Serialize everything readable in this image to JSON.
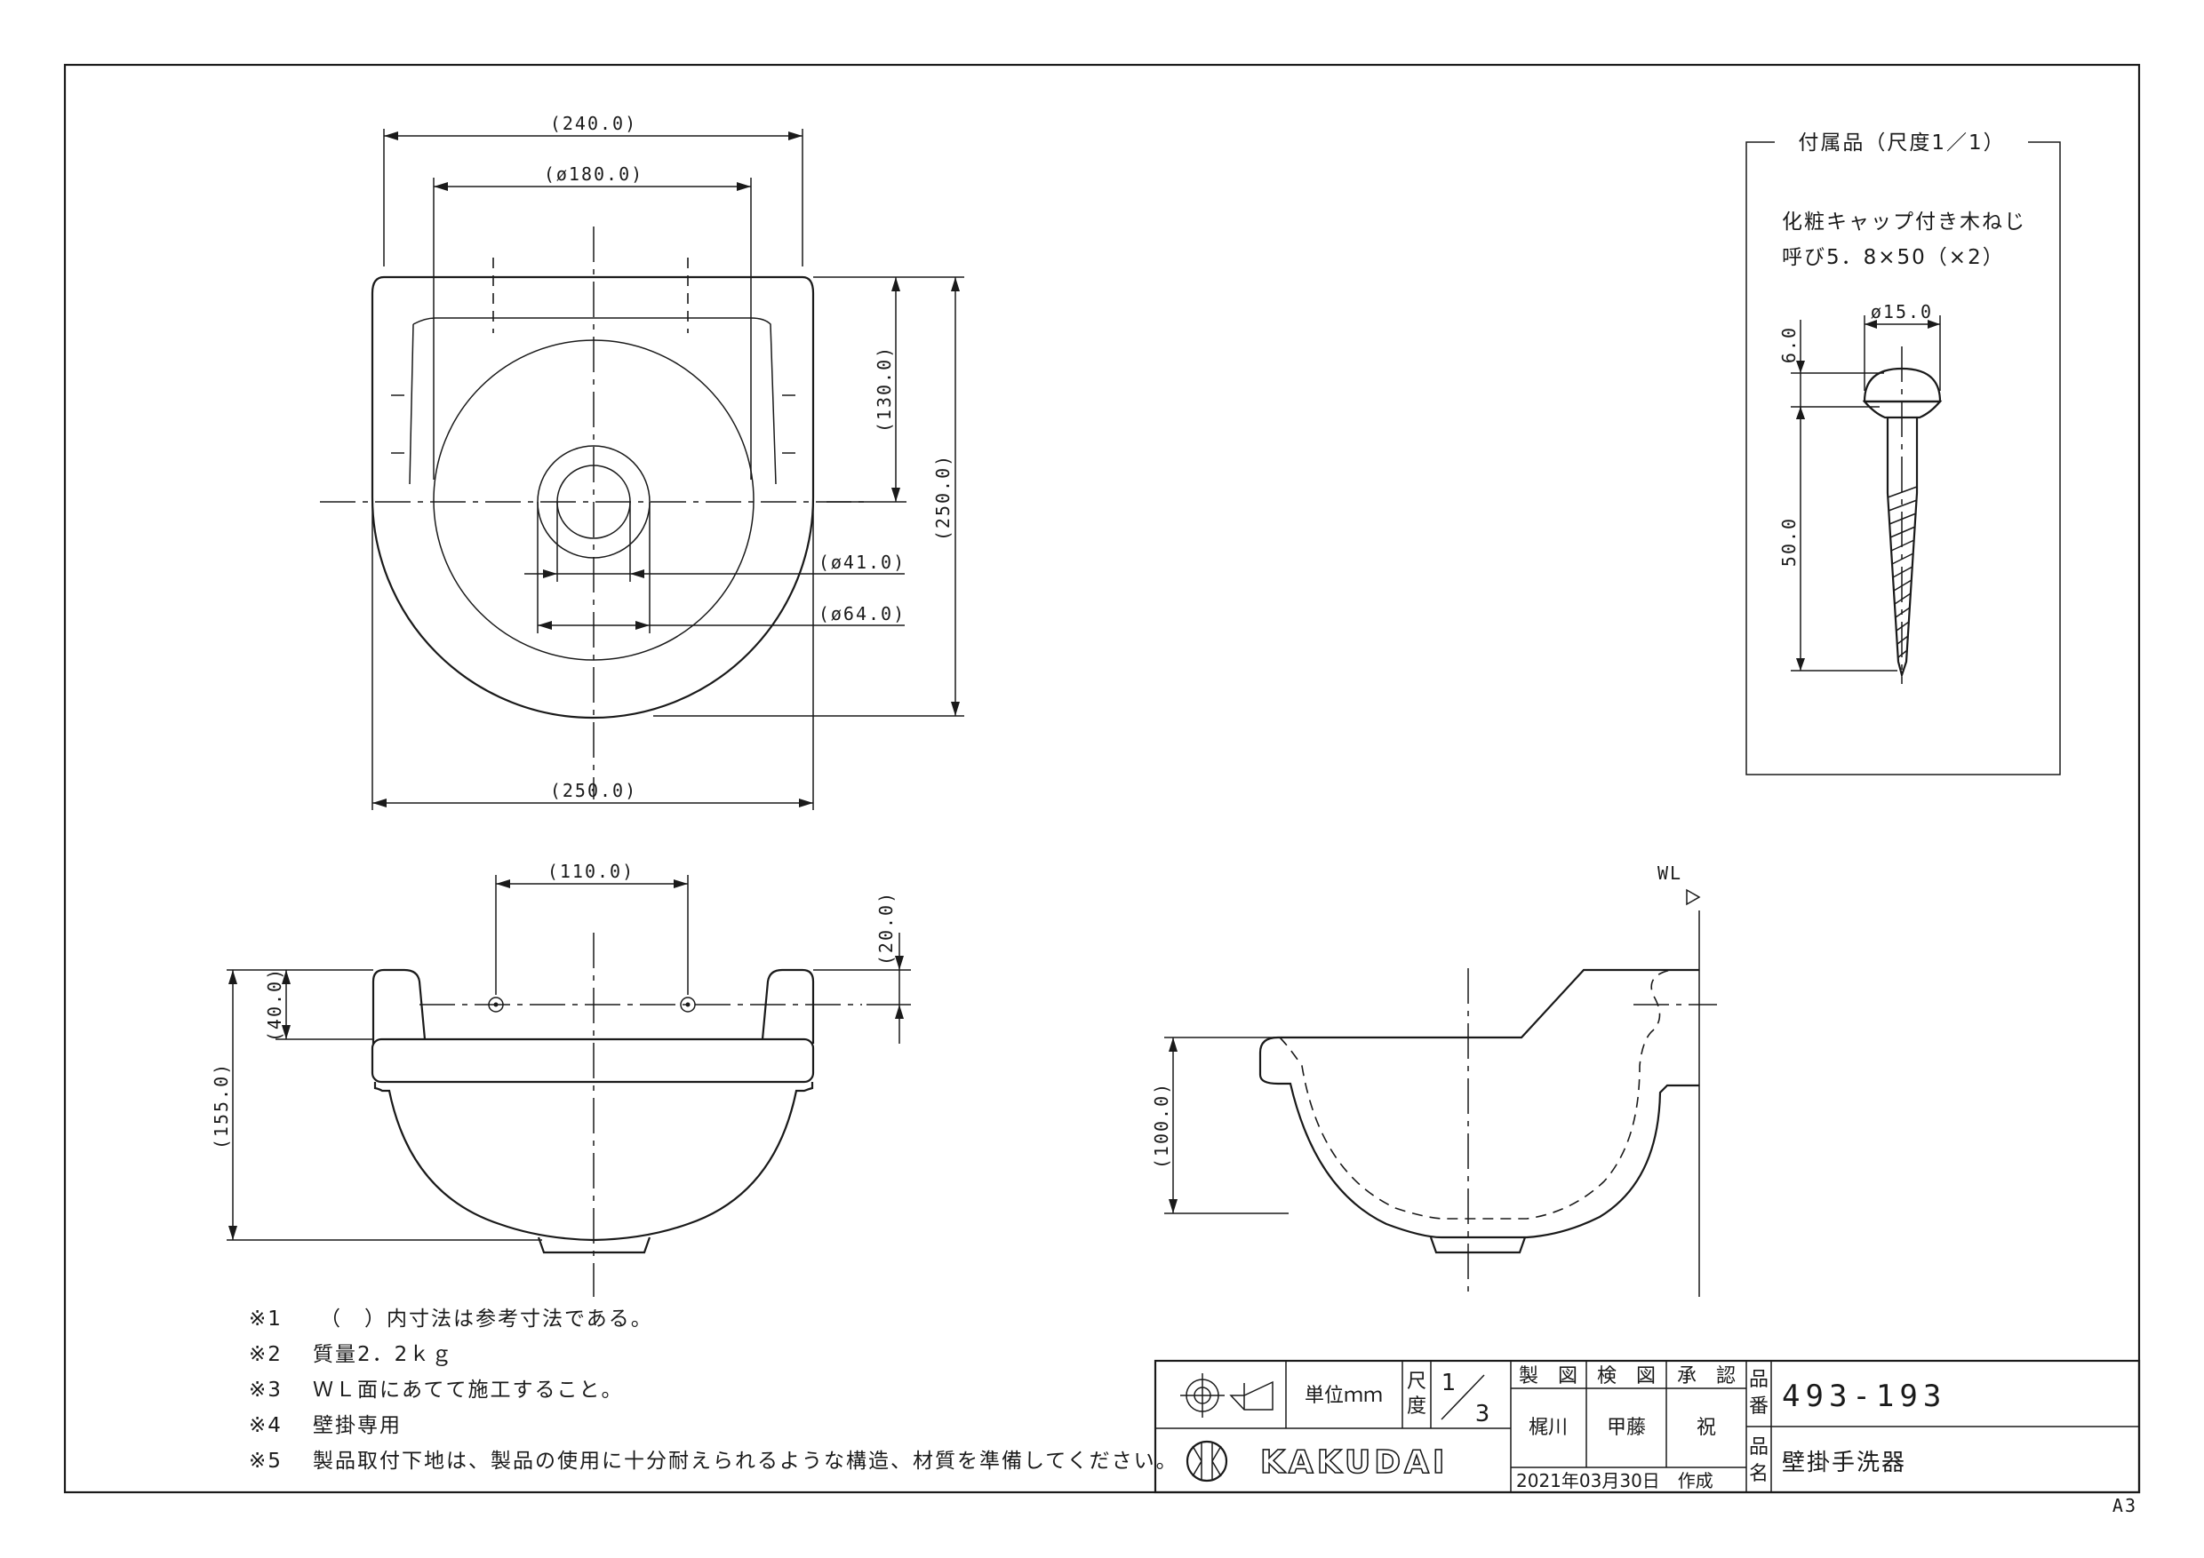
{
  "dimensions": {
    "w240": "(240.0)",
    "d180": "(ø180.0)",
    "h130": "(130.0)",
    "h250": "(250.0)",
    "d41": "(ø41.0)",
    "d64": "(ø64.0)",
    "w250": "(250.0)",
    "w110": "(110.0)",
    "h20": "(20.0)",
    "h40": "(40.0)",
    "h155": "(155.0)",
    "h100": "(100.0)",
    "wl": "WL"
  },
  "accessory": {
    "title": "付属品（尺度1／1）",
    "line1": "化粧キャップ付き木ねじ",
    "line2": "呼び5．8×50（×2）",
    "d15": "ø15.0",
    "h6": "6.0",
    "h50": "50.0"
  },
  "notes": [
    {
      "mark": "※1",
      "text": "（　）内寸法は参考寸法である。"
    },
    {
      "mark": "※2",
      "text": "質量2．2ｋｇ"
    },
    {
      "mark": "※3",
      "text": "ＷＬ面にあてて施工すること。"
    },
    {
      "mark": "※4",
      "text": "壁掛専用"
    },
    {
      "mark": "※5",
      "text": "製品取付下地は、製品の使用に十分耐えられるような構造、材質を準備してください。"
    }
  ],
  "title_block": {
    "unit_label": "単位ｍｍ",
    "scale_label_1": "尺",
    "scale_label_2": "度",
    "scale_num": "1",
    "scale_den": "3",
    "h_design": "製　図",
    "h_check": "検　図",
    "h_approve": "承　認",
    "n_design": "梶川",
    "n_check": "甲藤",
    "n_approve": "祝",
    "date": "2021年03月30日　作成",
    "logo": "KAKUDAI",
    "pn_label_1": "品",
    "pn_label_2": "番",
    "pname_label_1": "品",
    "pname_label_2": "名",
    "part_number": "493-193",
    "part_name": "壁掛手洗器"
  },
  "paper_size": "A3"
}
